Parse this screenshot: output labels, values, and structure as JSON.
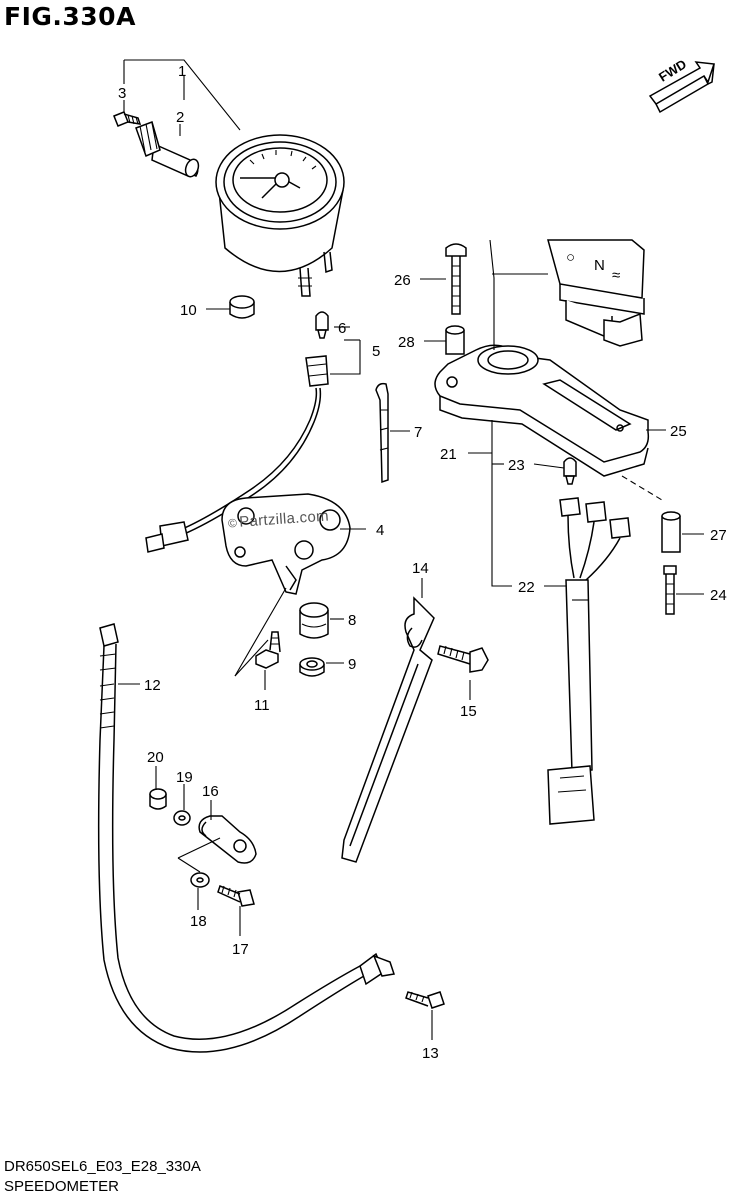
{
  "figure": {
    "title": "FIG.330A",
    "code": "DR650SEL6_E03_E28_330A",
    "name": "SPEEDOMETER",
    "watermark": "Partzilla.com",
    "watermark_symbol": "©",
    "direction_marker": "FWD"
  },
  "callouts": [
    {
      "id": "c1",
      "number": "1"
    },
    {
      "id": "c2",
      "number": "2"
    },
    {
      "id": "c3",
      "number": "3"
    },
    {
      "id": "c4",
      "number": "4"
    },
    {
      "id": "c5",
      "number": "5"
    },
    {
      "id": "c6",
      "number": "6"
    },
    {
      "id": "c7",
      "number": "7"
    },
    {
      "id": "c8",
      "number": "8"
    },
    {
      "id": "c9",
      "number": "9"
    },
    {
      "id": "c10",
      "number": "10"
    },
    {
      "id": "c11",
      "number": "11"
    },
    {
      "id": "c12",
      "number": "12"
    },
    {
      "id": "c13",
      "number": "13"
    },
    {
      "id": "c14",
      "number": "14"
    },
    {
      "id": "c15",
      "number": "15"
    },
    {
      "id": "c16",
      "number": "16"
    },
    {
      "id": "c17",
      "number": "17"
    },
    {
      "id": "c18",
      "number": "18"
    },
    {
      "id": "c19",
      "number": "19"
    },
    {
      "id": "c20",
      "number": "20"
    },
    {
      "id": "c21",
      "number": "21"
    },
    {
      "id": "c22",
      "number": "22"
    },
    {
      "id": "c23",
      "number": "23"
    },
    {
      "id": "c24",
      "number": "24"
    },
    {
      "id": "c25",
      "number": "25"
    },
    {
      "id": "c26",
      "number": "26"
    },
    {
      "id": "c27",
      "number": "27"
    },
    {
      "id": "c28",
      "number": "28"
    }
  ],
  "indicator_marks": [
    "○",
    "N",
    "≈"
  ]
}
